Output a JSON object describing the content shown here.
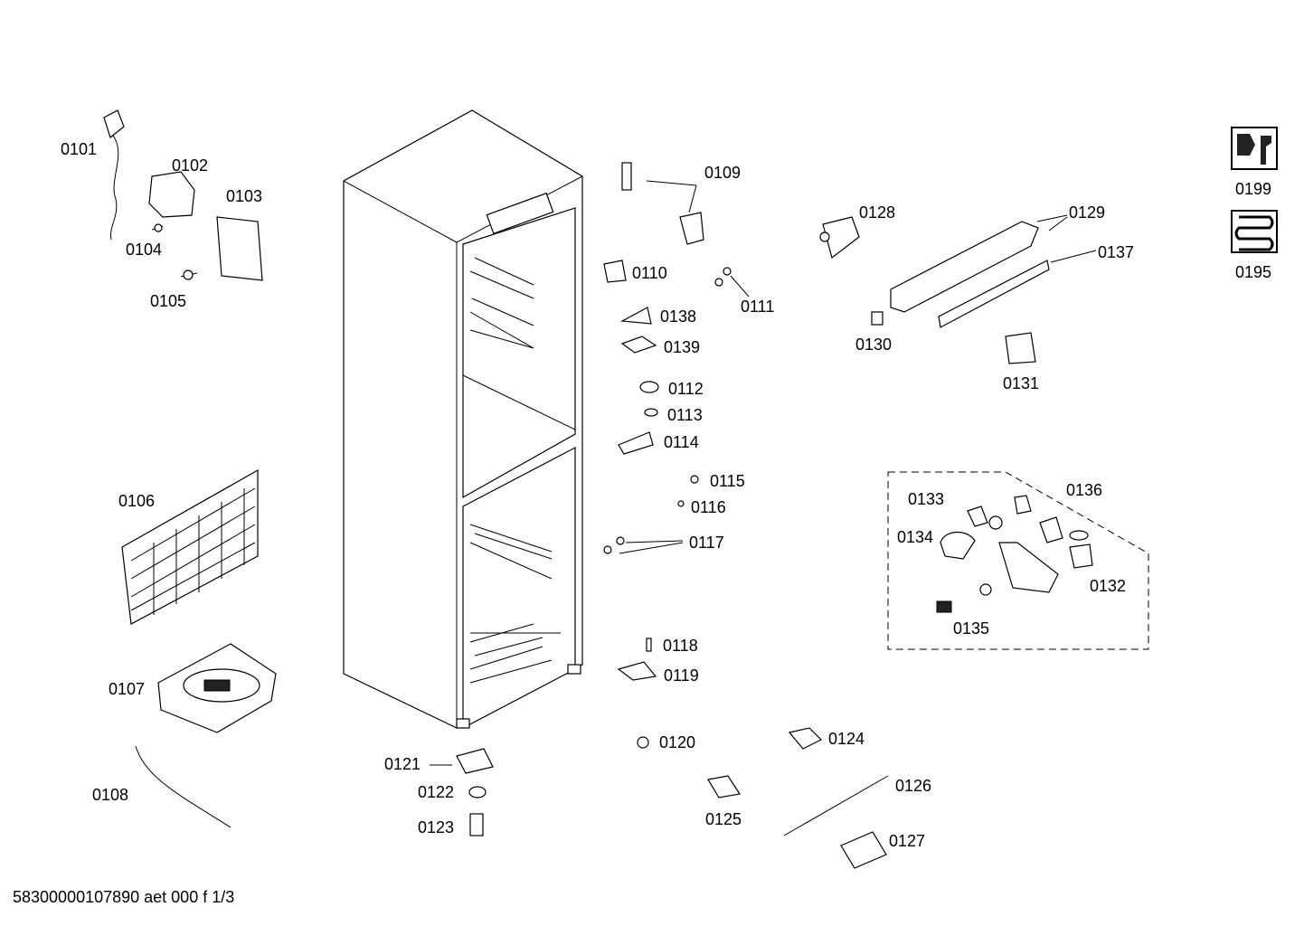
{
  "footer": "58300000107890 aet 000 f 1/3",
  "parts": {
    "p0101": "0101",
    "p0102": "0102",
    "p0103": "0103",
    "p0104": "0104",
    "p0105": "0105",
    "p0106": "0106",
    "p0107": "0107",
    "p0108": "0108",
    "p0109": "0109",
    "p0110": "0110",
    "p0111": "0111",
    "p0112": "0112",
    "p0113": "0113",
    "p0114": "0114",
    "p0115": "0115",
    "p0116": "0116",
    "p0117": "0117",
    "p0118": "0118",
    "p0119": "0119",
    "p0120": "0120",
    "p0121": "0121",
    "p0122": "0122",
    "p0123": "0123",
    "p0124": "0124",
    "p0125": "0125",
    "p0126": "0126",
    "p0127": "0127",
    "p0128": "0128",
    "p0129": "0129",
    "p0130": "0130",
    "p0131": "0131",
    "p0132": "0132",
    "p0133": "0133",
    "p0134": "0134",
    "p0135": "0135",
    "p0136": "0136",
    "p0137": "0137",
    "p0138": "0138",
    "p0139": "0139",
    "p0195": "0195",
    "p0199": "0199"
  },
  "icons": {
    "tools": "wrench-icon",
    "heater": "heater-coil-icon"
  }
}
